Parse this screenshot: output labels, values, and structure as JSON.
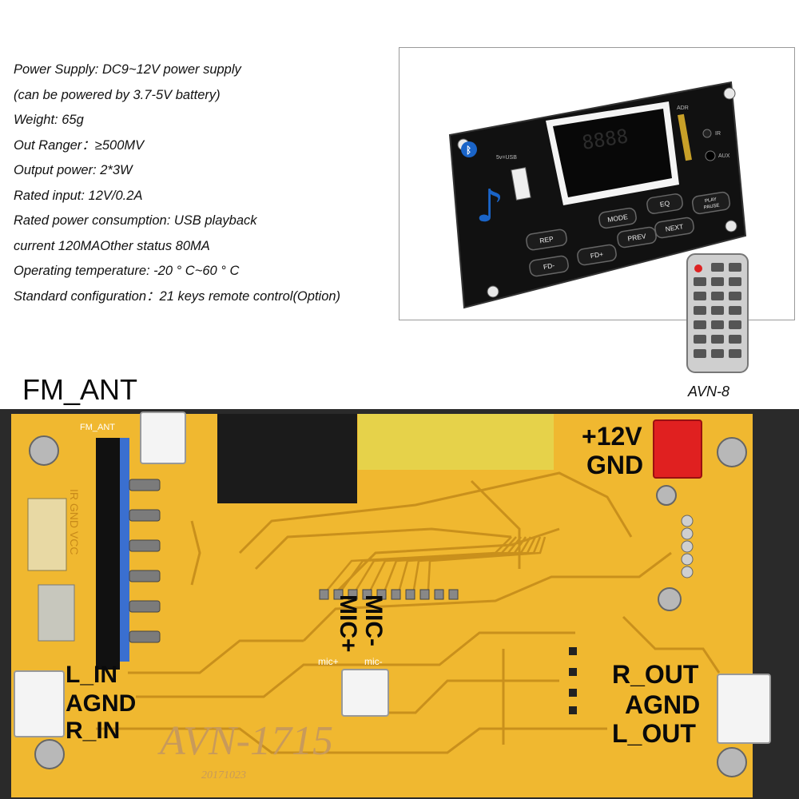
{
  "specs": [
    "Power Supply: DC9~12V power supply",
    "(can be powered by 3.7-5V battery)",
    "Weight: 65g",
    "Out Ranger：≥500MV",
    "Output power: 2*3W",
    "Rated input: 12V/0.2A",
    "Rated power consumption: USB playback",
    "current 120MAOther status 80MA",
    "Operating temperature: -20 ° C~60 ° C",
    "Standard configuration：21 keys  remote control(Option)"
  ],
  "module": {
    "buttons": {
      "mode": "MODE",
      "eq": "EQ",
      "play": "PLAY",
      "pause": "PAUSE",
      "rep": "REP",
      "prev": "PREV",
      "next": "NEXT",
      "fd_minus": "FD-",
      "fd_plus": "FD+"
    },
    "usb_label": "5v=USB",
    "adr_label": "ADR",
    "ir_label": "IR",
    "aux_label": "AUX"
  },
  "remote_caption": "AVN-8",
  "pcb": {
    "fm_ant": "FM_ANT",
    "fm_ant_silk": "FM_ANT",
    "plus12v": "+12V",
    "gnd": "GND",
    "ir_gnd_vcc": "IR GND VCC",
    "mic_minus": "MIC-",
    "mic_plus": "MIC+",
    "mic_plus_silk": "mic+",
    "mic_minus_silk": "mic-",
    "l_in": "L_IN",
    "agnd_left": "AGND",
    "r_in": "R_IN",
    "r_out": "R_OUT",
    "agnd_right": "AGND",
    "l_out": "L_OUT",
    "board_model": "AVN-1715",
    "board_date": "20171023"
  }
}
